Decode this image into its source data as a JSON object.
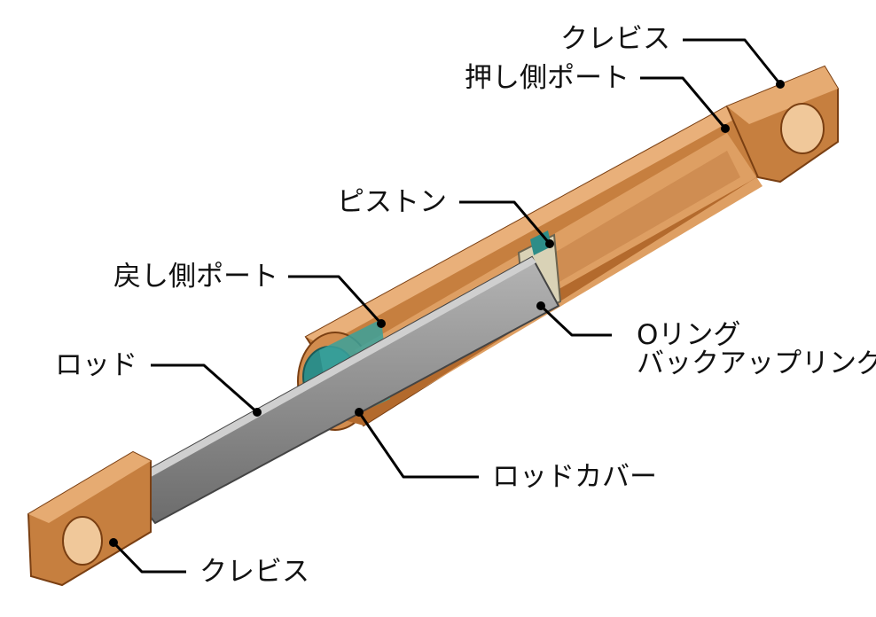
{
  "callouts": {
    "clevis_top": "クレビス",
    "push_port": "押し側ポート",
    "piston": "ピストン",
    "return_port": "戻し側ポート",
    "o_ring": "Oリング",
    "backup_ring": "バックアップリング",
    "rod": "ロッド",
    "rod_cover": "ロッドカバー",
    "clevis_bottom": "クレビス"
  },
  "colors": {
    "copper": "#c98443",
    "copper_dark": "#8e4f1c",
    "copper_light": "#e5a86c",
    "rod_gray": "#8a8a8a",
    "seal_teal": "#2c8a86",
    "backup_beige": "#d8d2b8"
  }
}
